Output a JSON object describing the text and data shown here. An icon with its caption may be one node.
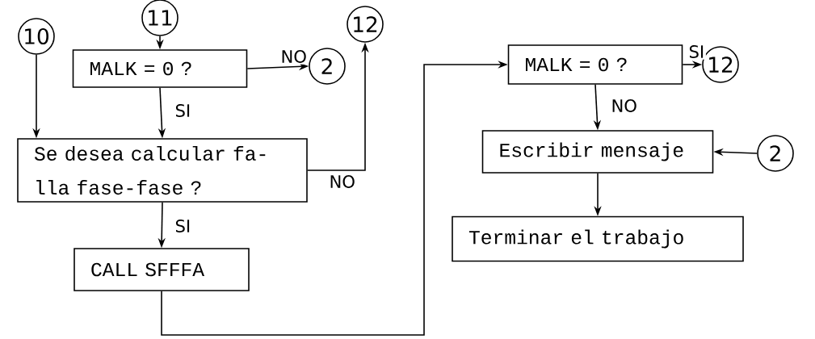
{
  "diagram": {
    "nodes": [
      {
        "text": [
          "11"
        ]
      },
      {
        "text": [
          "MALK = 0 ?"
        ]
      },
      {
        "text": [
          "2"
        ]
      },
      {
        "text": [
          "10"
        ]
      },
      {
        "text": [
          "Se desea calcular fa- lla fase-fase ?"
        ]
      },
      {
        "text": [
          "12"
        ]
      },
      {
        "text": [
          "CALL SFFFA"
        ]
      },
      {
        "text": [
          "MALK = 0 ?"
        ]
      },
      {
        "text": [
          "12"
        ]
      },
      {
        "text": [
          "Escribir mensaje"
        ]
      },
      {
        "text": [
          "2"
        ]
      },
      {
        "text": [
          "Terminar el trabajo"
        ]
      }
    ],
    "edges": [
      {
        "from": 0,
        "to": 1,
        "arrow": "to"
      },
      {
        "from": 1,
        "to": 2,
        "arrow": "to",
        "label": "NO"
      },
      {
        "from": 1,
        "to": 4,
        "arrow": "to",
        "label": "SI"
      },
      {
        "from": 3,
        "to": 4,
        "arrow": "to"
      },
      {
        "from": 4,
        "to": 5,
        "arrow": "to",
        "label": "NO"
      },
      {
        "from": 4,
        "to": 6,
        "arrow": "to",
        "label": "SI"
      },
      {
        "from": 6,
        "to": 7,
        "arrow": "to"
      },
      {
        "from": 7,
        "to": 8,
        "arrow": "to",
        "label": "SI"
      },
      {
        "from": 7,
        "to": 9,
        "arrow": "to",
        "label": "NO"
      },
      {
        "from": 10,
        "to": 9,
        "arrow": "to"
      },
      {
        "from": 9,
        "to": 11,
        "arrow": "to"
      }
    ]
  }
}
